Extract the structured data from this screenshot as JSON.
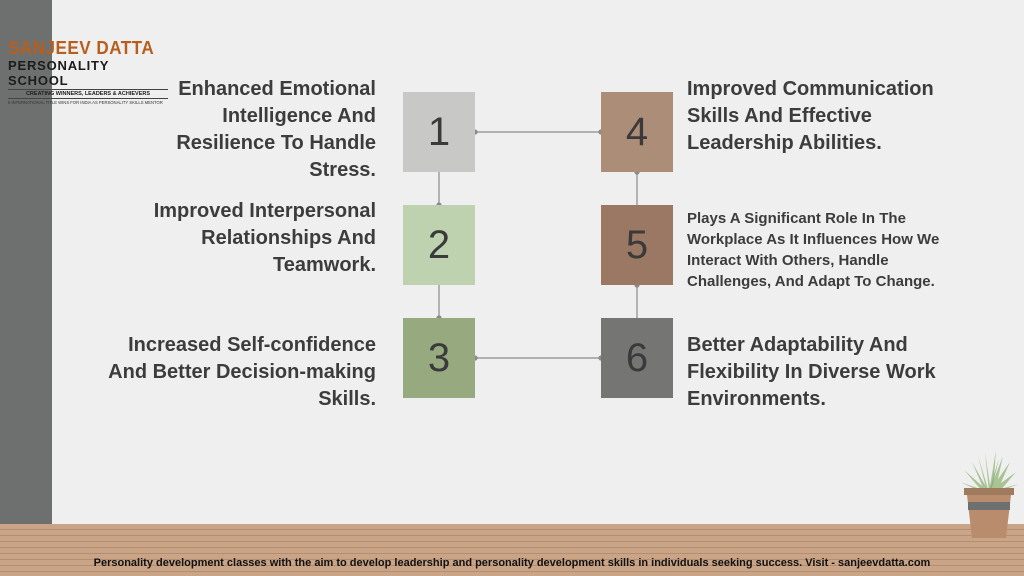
{
  "logo": {
    "name": "SANJEEV DATTA",
    "school": "PERSONALITY SCHOOL",
    "tagline": "CREATING WINNERS, LEADERS & ACHIEVERS",
    "subline": "9 INTERNATIONAL TITLE WINS FOR INDIA AS PERSONALITY SKILLS MENTOR"
  },
  "steps": [
    {
      "number": "1",
      "text": "Enhanced Emotional Intelligence And Resilience To Handle Stress.",
      "color": "#c8c8c7"
    },
    {
      "number": "2",
      "text": "Improved Interpersonal Relationships And Teamwork.",
      "color": "#bfd2af"
    },
    {
      "number": "3",
      "text": "Increased Self-confidence And Better Decision-making Skills.",
      "color": "#96a97f"
    },
    {
      "number": "4",
      "text": "Improved Communication Skills And Effective Leadership Abilities.",
      "color": "#ab8d78"
    },
    {
      "number": "5",
      "text": "Plays A Significant Role In The Workplace As It Influences How We Interact With Others, Handle Challenges, And Adapt To Change.",
      "color": "#9a7864"
    },
    {
      "number": "6",
      "text": "Better Adaptability And Flexibility In Diverse Work Environments.",
      "color": "#757574"
    }
  ],
  "footer": "Personality development classes with the aim to develop leadership and personality development skills in individuals seeking success. Visit - sanjeevdatta.com",
  "colors": {
    "background": "#f0eff0",
    "left_bar": "#6e706f",
    "floor": "#c9a486",
    "text": "#3c3c3c",
    "logo_accent": "#b85e1d"
  }
}
